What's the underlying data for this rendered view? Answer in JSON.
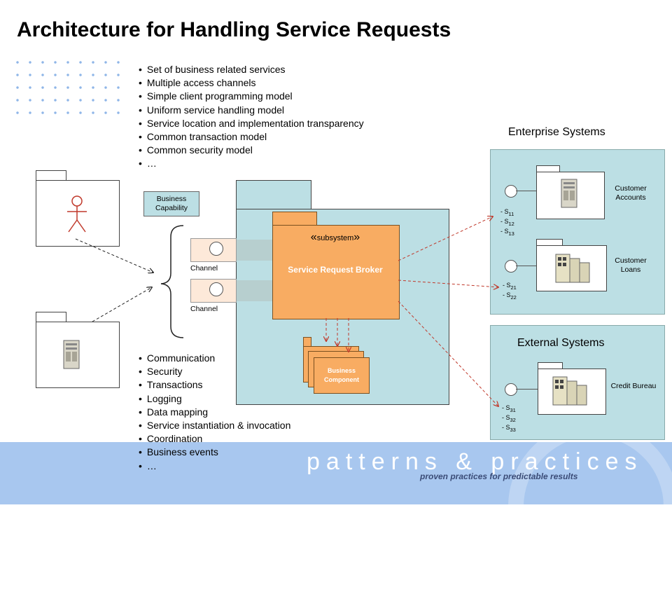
{
  "title": "Architecture for Handling Service Requests",
  "top_bullets": [
    "Set of business related services",
    "Multiple access channels",
    "Simple client programming model",
    "Uniform service handling model",
    "Service location and implementation transparency",
    "Common transaction model",
    "Common security model",
    "…"
  ],
  "bottom_bullets": [
    "Communication",
    "Security",
    "Transactions",
    "Logging",
    "Data mapping",
    "Service instantiation & invocation",
    "Coordination",
    "Business events",
    "…"
  ],
  "business_capability": "Business Capability",
  "channels": [
    "Channel",
    "Channel"
  ],
  "broker": {
    "stereotype_open": "«",
    "stereotype": "subsystem",
    "stereotype_close": "»",
    "name": "Service Request Broker"
  },
  "business_component": "Business Component",
  "enterprise": {
    "title": "Enterprise Systems",
    "systems": [
      {
        "name": "Customer Accounts",
        "services": [
          [
            "S",
            "11"
          ],
          [
            "S",
            "12"
          ],
          [
            "S",
            "13"
          ]
        ]
      },
      {
        "name": "Customer Loans",
        "services": [
          [
            "S",
            "21"
          ],
          [
            "S",
            "22"
          ]
        ]
      }
    ]
  },
  "external": {
    "title": "External Systems",
    "systems": [
      {
        "name": "Credit Bureau",
        "services": [
          [
            "S",
            "31"
          ],
          [
            "S",
            "32"
          ],
          [
            "S",
            "33"
          ]
        ]
      }
    ]
  },
  "footer": {
    "brand": "patterns & practices",
    "tagline": "proven practices for predictable results"
  },
  "colors": {
    "panel": "#bcdfe4",
    "broker": "#f8ac62",
    "channel": "#fde9d9",
    "footer": "#a8c7ef",
    "arrow": "#c0392b"
  }
}
